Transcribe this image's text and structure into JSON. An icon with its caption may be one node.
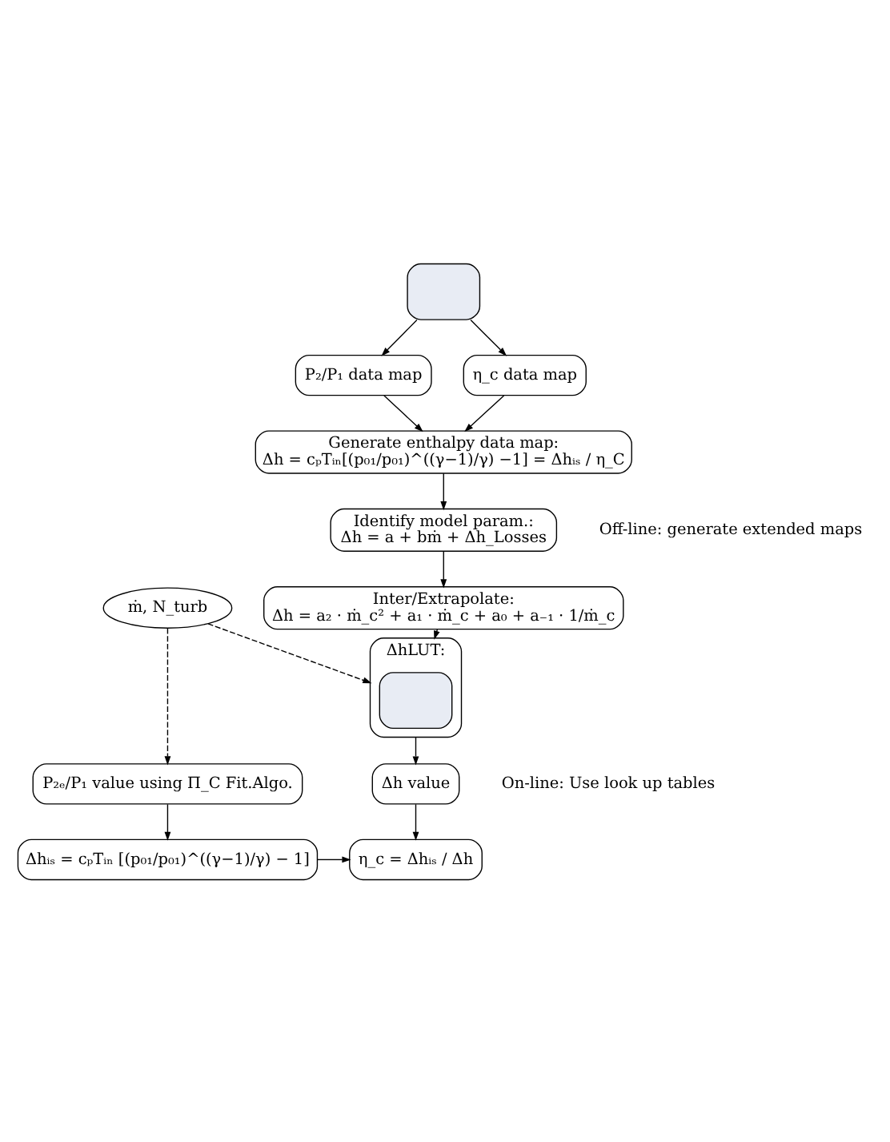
{
  "diagram": {
    "nodes": [
      {
        "text": [],
        "shape": "box"
      },
      {
        "text": [
          "P₂/P₁ data map"
        ]
      },
      {
        "text": [
          "η_c data map"
        ]
      },
      {
        "text": [
          "Generate enthalpy data map:",
          "Δh = cₚTᵢₙ[(p₀₁/p₀₁)^((γ−1)/γ) −1] = Δhᵢₛ / η_C"
        ]
      },
      {
        "text": [
          "Identify model param.:",
          "Δh = a + bṁ + Δh_Losses"
        ]
      },
      {
        "text": [
          "Inter/Extrapolate:",
          "Δh = a₂ · ṁ_c² + a₁ · ṁ_c + a₀ + a₋₁ · 1/ṁ_c"
        ]
      },
      {
        "text": [
          "ΔhLUT:"
        ]
      },
      {
        "text": [],
        "shape": "box",
        "in": 6
      },
      {
        "text": [
          "ṁ, N_turb"
        ]
      },
      {
        "text": [
          "P₂ₑ/P₁ value using Π_C Fit.Algo."
        ]
      },
      {
        "text": [
          "Δh value"
        ]
      },
      {
        "text": [
          "Δhᵢₛ = cₚTᵢₙ [(p₀₁/p₀₁)^((γ−1)/γ) − 1]"
        ]
      },
      {
        "text": [
          "η_c = Δhᵢₛ / Δh"
        ]
      }
    ],
    "edges": [
      {
        "from": 0,
        "to": 1,
        "arrow": "to"
      },
      {
        "from": 0,
        "to": 2,
        "arrow": "to"
      },
      {
        "from": 1,
        "to": 3,
        "arrow": "to"
      },
      {
        "from": 2,
        "to": 3,
        "arrow": "to"
      },
      {
        "from": 3,
        "to": 4,
        "arrow": "to"
      },
      {
        "from": 4,
        "to": 5,
        "arrow": "to"
      },
      {
        "from": 5,
        "to": 6,
        "arrow": "to"
      },
      {
        "from": 8,
        "to": 6,
        "arrow": "to",
        "style": "dashed"
      },
      {
        "from": 8,
        "to": 9,
        "arrow": "to",
        "style": "dashed"
      },
      {
        "from": 6,
        "to": 10,
        "arrow": "to"
      },
      {
        "from": 9,
        "to": 11,
        "arrow": "to"
      },
      {
        "from": 10,
        "to": 12,
        "arrow": "to"
      },
      {
        "from": 11,
        "to": 12,
        "arrow": "to"
      }
    ],
    "labels": [
      "Off-line: generate extended maps",
      "On-line: Use look up tables"
    ]
  }
}
